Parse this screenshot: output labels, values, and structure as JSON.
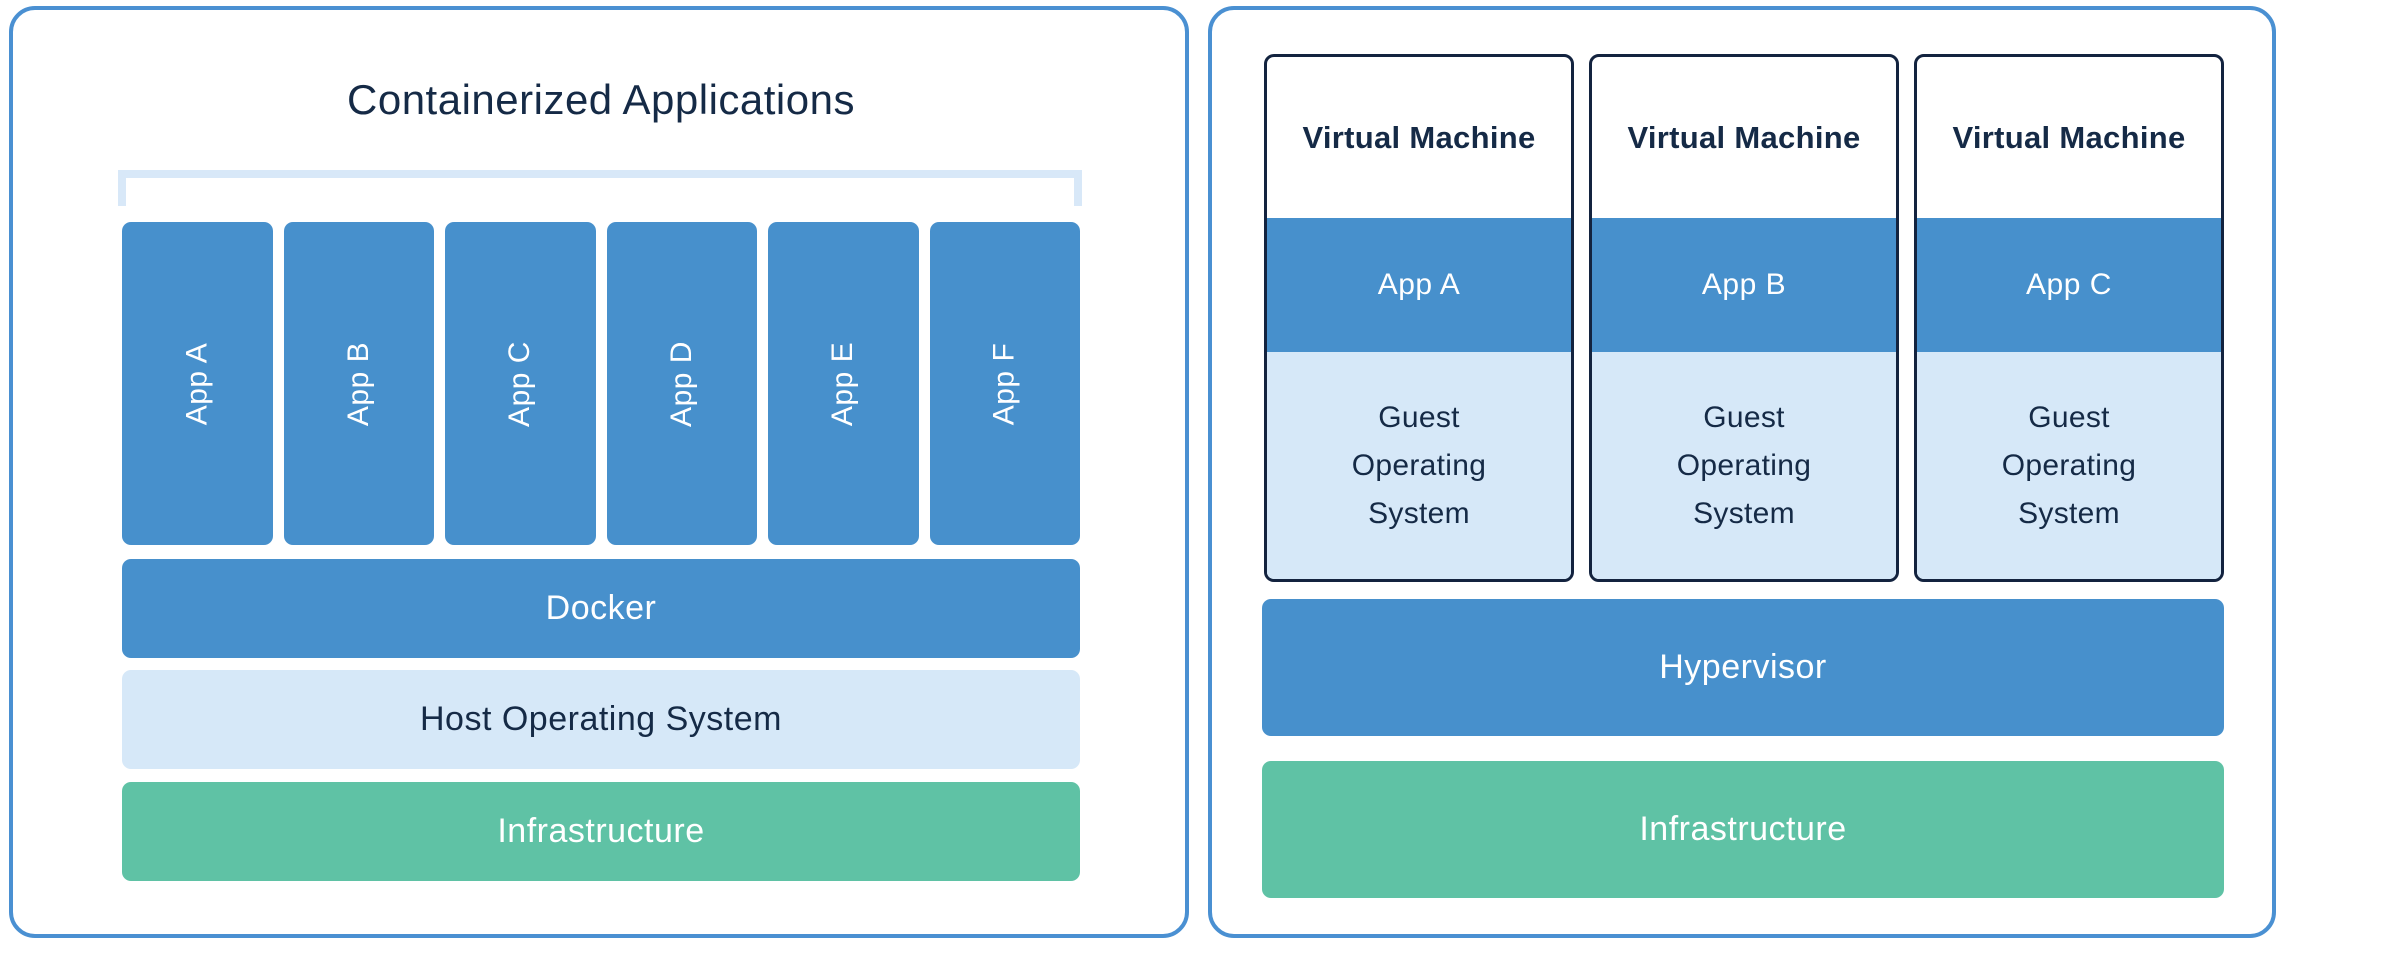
{
  "colors": {
    "panel_border": "#4a90d2",
    "bar_blue": "#4790cc",
    "bar_light_blue": "#d6e8f8",
    "bar_green": "#5fc2a5",
    "navy": "#152a46",
    "vm_border": "#13233f",
    "bracket": "#d8e8f8"
  },
  "left_panel": {
    "title": "Containerized Applications",
    "apps": [
      "App A",
      "App B",
      "App C",
      "App D",
      "App E",
      "App F"
    ],
    "layers": {
      "docker": "Docker",
      "host_os": "Host Operating System",
      "infrastructure": "Infrastructure"
    }
  },
  "right_panel": {
    "vms": [
      {
        "title": "Virtual Machine",
        "app": "App A",
        "os": "Guest Operating System"
      },
      {
        "title": "Virtual Machine",
        "app": "App B",
        "os": "Guest Operating System"
      },
      {
        "title": "Virtual Machine",
        "app": "App C",
        "os": "Guest Operating System"
      }
    ],
    "layers": {
      "hypervisor": "Hypervisor",
      "infrastructure": "Infrastructure"
    }
  }
}
